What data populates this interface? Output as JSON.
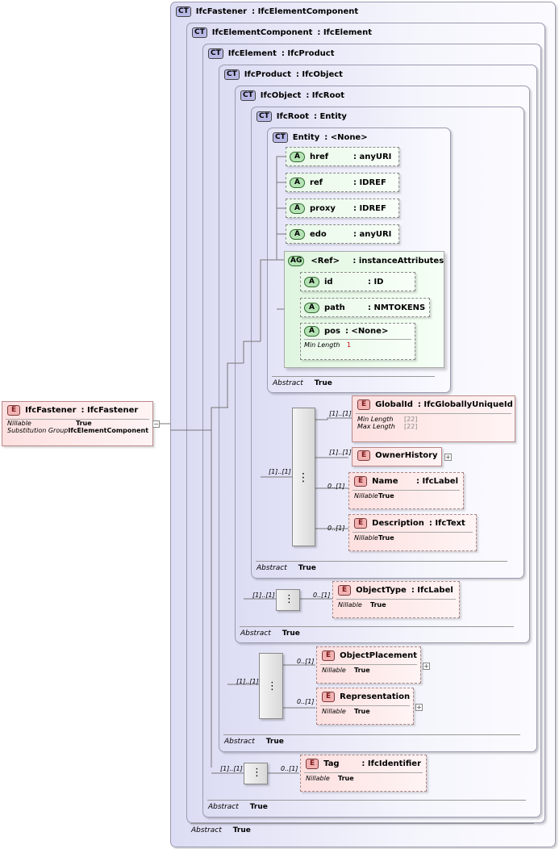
{
  "badges": {
    "ct": "CT",
    "element": "E",
    "attribute": "A",
    "attribute_group": "AG"
  },
  "root_element": {
    "name": "IfcFastener",
    "type": ": IfcFastener",
    "props": [
      {
        "k": "Nillable",
        "v": "True"
      },
      {
        "k": "Substitution Group",
        "v": "IfcElementComponent"
      }
    ]
  },
  "types": [
    {
      "name": "IfcFastener",
      "base": ": IfcElementComponent",
      "abstract_key": "Abstract",
      "abstract_val": "True"
    },
    {
      "name": "IfcElementComponent",
      "base": ": IfcElement"
    },
    {
      "name": "IfcElement",
      "base": ": IfcProduct",
      "abstract_key": "Abstract",
      "abstract_val": "True"
    },
    {
      "name": "IfcProduct",
      "base": ": IfcObject",
      "abstract_key": "Abstract",
      "abstract_val": "True"
    },
    {
      "name": "IfcObject",
      "base": ": IfcRoot",
      "abstract_key": "Abstract",
      "abstract_val": "True"
    },
    {
      "name": "IfcRoot",
      "base": ": Entity",
      "abstract_key": "Abstract",
      "abstract_val": "True"
    },
    {
      "name": "Entity",
      "base": ": <None>",
      "abstract_key": "Abstract",
      "abstract_val": "True"
    }
  ],
  "entity_attrs": [
    {
      "name": "href",
      "type": ": anyURI"
    },
    {
      "name": "ref",
      "type": ": IDREF"
    },
    {
      "name": "proxy",
      "type": ": IDREF"
    },
    {
      "name": "edo",
      "type": ": anyURI"
    }
  ],
  "attr_group": {
    "name": "<Ref>",
    "type": ": instanceAttributes",
    "attrs": [
      {
        "name": "id",
        "type": ": ID"
      },
      {
        "name": "path",
        "type": ": NMTOKENS"
      },
      {
        "name": "pos",
        "type": ": <None>",
        "facet_k": "Min Length",
        "facet_v": "1"
      }
    ]
  },
  "root_children": {
    "seq_card": "[1]..[1]",
    "globalid": {
      "card": "[1]..[1]",
      "name": "GlobalId",
      "type": ": IfcGloballyUniqueId",
      "props": [
        {
          "k": "Min Length",
          "v": "[22]"
        },
        {
          "k": "Max Length",
          "v": "[22]"
        }
      ]
    },
    "ownerhistory": {
      "card": "[1]..[1]",
      "name": "OwnerHistory",
      "expander": "+"
    },
    "name": {
      "card": "0..[1]",
      "name": "Name",
      "type": ": IfcLabel",
      "props": [
        {
          "k": "Nillable",
          "v": "True"
        }
      ]
    },
    "description": {
      "card": "0..[1]",
      "name": "Description",
      "type": ": IfcText",
      "props": [
        {
          "k": "Nillable",
          "v": "True"
        }
      ]
    }
  },
  "object_children": {
    "seq_card": "[1]..[1]",
    "objecttype": {
      "card": "0..[1]",
      "name": "ObjectType",
      "type": ": IfcLabel",
      "props": [
        {
          "k": "Nillable",
          "v": "True"
        }
      ]
    }
  },
  "product_children": {
    "seq_card": "[1]..[1]",
    "placement": {
      "card": "0..[1]",
      "name": "ObjectPlacement",
      "props": [
        {
          "k": "Nillable",
          "v": "True"
        }
      ],
      "expander": "+"
    },
    "representation": {
      "card": "0..[1]",
      "name": "Representation",
      "props": [
        {
          "k": "Nillable",
          "v": "True"
        }
      ],
      "expander": "+"
    }
  },
  "element_children": {
    "seq_card": "[1]..[1]",
    "tag": {
      "card": "0..[1]",
      "name": "Tag",
      "type": ": IfcIdentifier",
      "props": [
        {
          "k": "Nillable",
          "v": "True"
        }
      ]
    }
  },
  "root_expander": "−"
}
